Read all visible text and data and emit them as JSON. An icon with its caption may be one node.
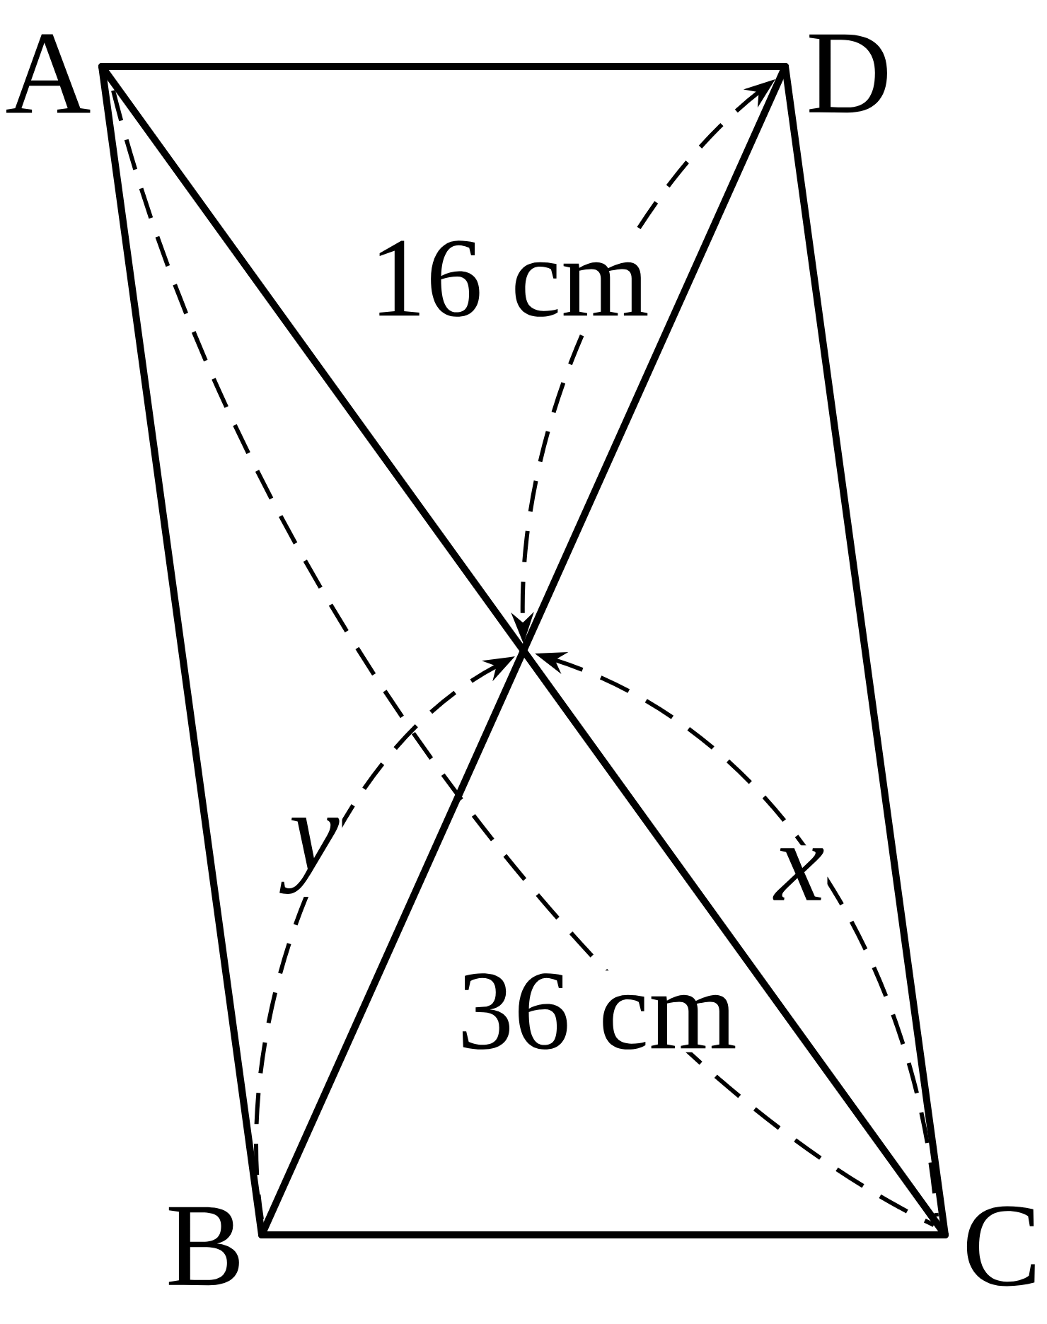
{
  "diagram": {
    "nodes": [
      {
        "text": [
          "A"
        ]
      },
      {
        "text": [
          "D"
        ]
      },
      {
        "text": [
          "B"
        ]
      },
      {
        "text": [
          "C"
        ]
      }
    ],
    "edges": [
      {
        "from": 0,
        "to": 1,
        "arrow": "none"
      },
      {
        "from": 0,
        "to": 2,
        "arrow": "none"
      },
      {
        "from": 1,
        "to": 3,
        "arrow": "none"
      },
      {
        "from": 2,
        "to": 3,
        "arrow": "none"
      },
      {
        "from": 0,
        "to": 3,
        "arrow": "none"
      },
      {
        "from": 2,
        "to": 1,
        "arrow": "none"
      }
    ],
    "labels": [
      "16 cm",
      "y",
      "x",
      "36 cm"
    ]
  }
}
